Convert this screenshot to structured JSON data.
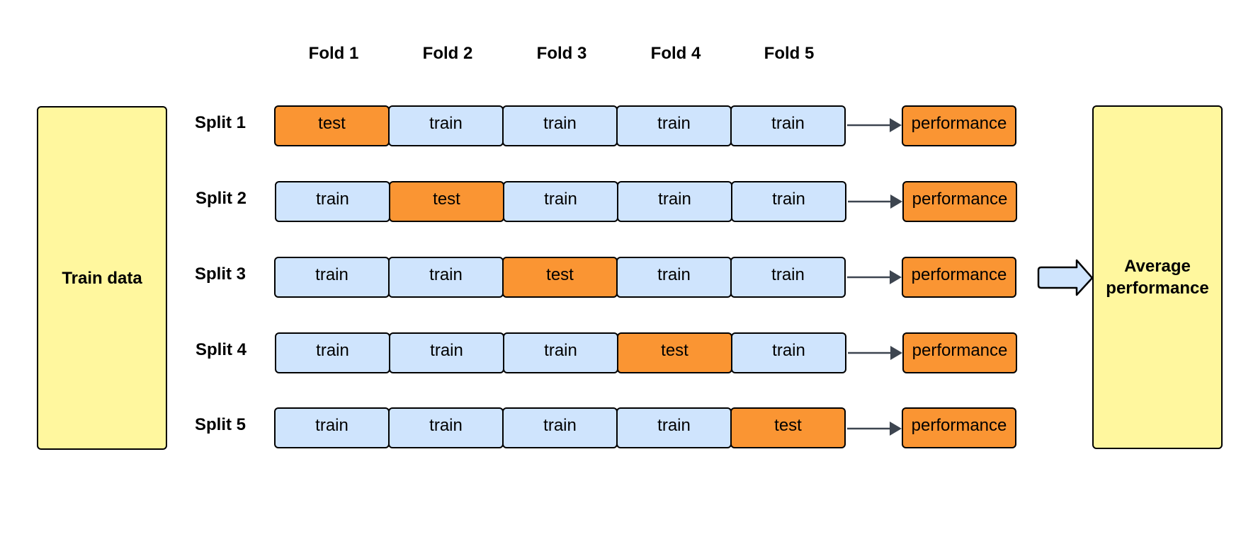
{
  "folds": [
    "Fold 1",
    "Fold 2",
    "Fold 3",
    "Fold 4",
    "Fold 5"
  ],
  "left_box": {
    "label": "Train data"
  },
  "right_box": {
    "label_line1": "Average",
    "label_line2": "performance"
  },
  "splits": [
    {
      "label": "Split 1",
      "cells": [
        {
          "text": "test",
          "kind": "test"
        },
        {
          "text": "train",
          "kind": "train"
        },
        {
          "text": "train",
          "kind": "train"
        },
        {
          "text": "train",
          "kind": "train"
        },
        {
          "text": "train",
          "kind": "train"
        }
      ],
      "result": "performance"
    },
    {
      "label": "Split 2",
      "cells": [
        {
          "text": "train",
          "kind": "train"
        },
        {
          "text": "test",
          "kind": "test"
        },
        {
          "text": "train",
          "kind": "train"
        },
        {
          "text": "train",
          "kind": "train"
        },
        {
          "text": "train",
          "kind": "train"
        }
      ],
      "result": "performance"
    },
    {
      "label": "Split 3",
      "cells": [
        {
          "text": "train",
          "kind": "train"
        },
        {
          "text": "train",
          "kind": "train"
        },
        {
          "text": "test",
          "kind": "test"
        },
        {
          "text": "train",
          "kind": "train"
        },
        {
          "text": "train",
          "kind": "train"
        }
      ],
      "result": "performance"
    },
    {
      "label": "Split 4",
      "cells": [
        {
          "text": "train",
          "kind": "train"
        },
        {
          "text": "train",
          "kind": "train"
        },
        {
          "text": "train",
          "kind": "train"
        },
        {
          "text": "test",
          "kind": "test"
        },
        {
          "text": "train",
          "kind": "train"
        }
      ],
      "result": "performance"
    },
    {
      "label": "Split 5",
      "cells": [
        {
          "text": "train",
          "kind": "train"
        },
        {
          "text": "train",
          "kind": "train"
        },
        {
          "text": "train",
          "kind": "train"
        },
        {
          "text": "train",
          "kind": "train"
        },
        {
          "text": "test",
          "kind": "test"
        }
      ],
      "result": "performance"
    }
  ],
  "colors": {
    "train": "#cfe4fd",
    "test": "#fa9533",
    "performance": "#fa9533",
    "data_box": "#fff79e",
    "arrow": "#3d4550"
  }
}
